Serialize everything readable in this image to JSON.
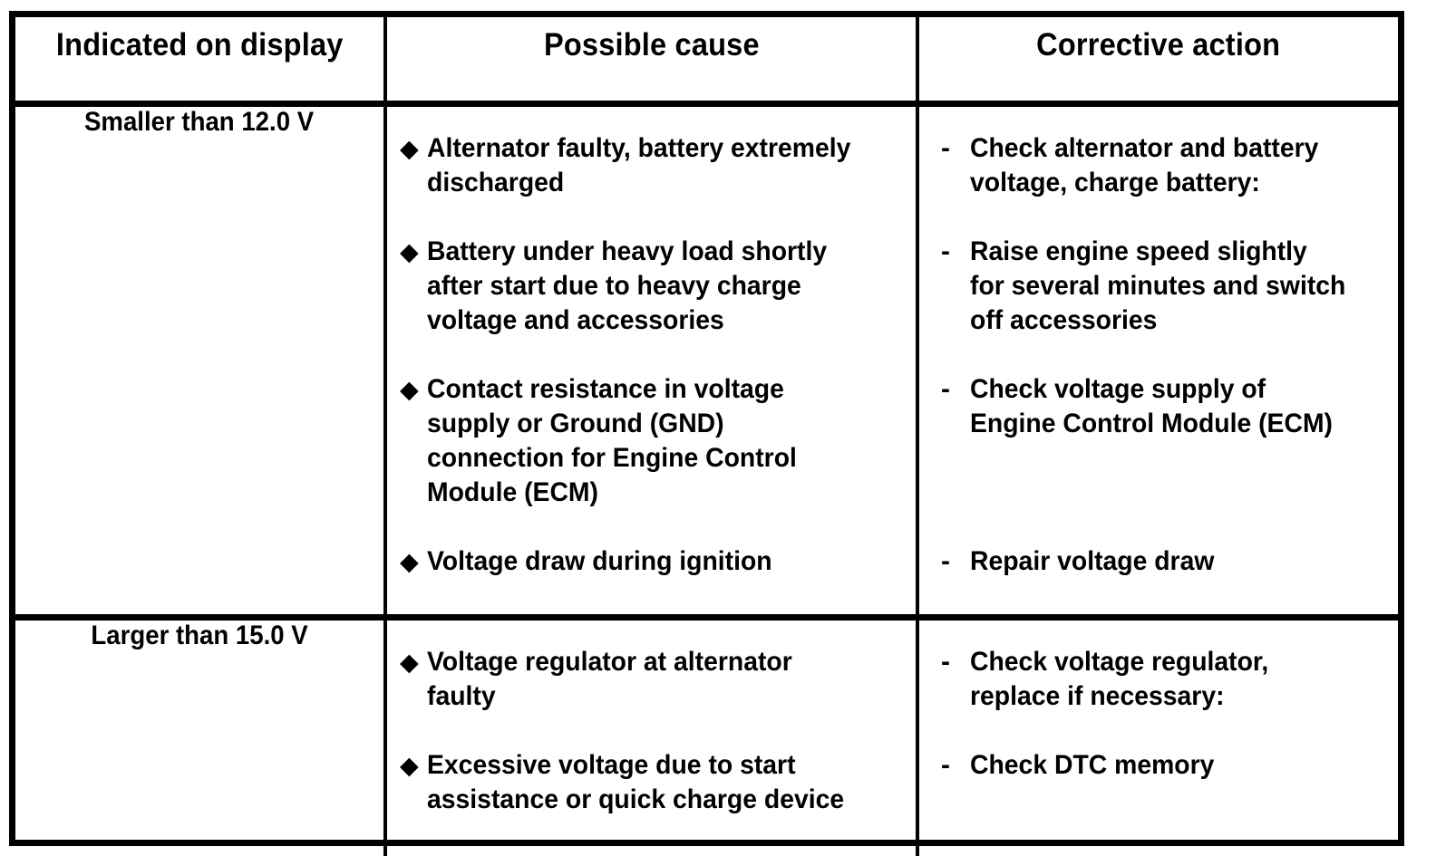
{
  "document": {
    "type": "diagnostic-troubleshooting-table",
    "title": "Battery voltage diagnosis table"
  },
  "table": {
    "columns": [
      {
        "key": "indicated",
        "header": "Indicated on display",
        "align": "center"
      },
      {
        "key": "cause",
        "header": "Possible cause",
        "align": "center"
      },
      {
        "key": "action",
        "header": "Corrective action",
        "align": "center"
      }
    ],
    "bullet_glyph": "◆",
    "dash_glyph": "-",
    "rows": [
      {
        "indicated": "Smaller than 12.0 V",
        "causes": [
          "Alternator faulty, battery extremely\ndischarged",
          "Battery under heavy load shortly\nafter start due to heavy charge\nvoltage and accessories",
          "Contact resistance in voltage\nsupply or Ground (GND)\nconnection for Engine Control\nModule (ECM)",
          "Voltage draw during ignition"
        ],
        "actions": [
          "Check alternator and battery\nvoltage, charge battery:",
          "Raise engine speed slightly\nfor several minutes and switch\noff accessories",
          "Check voltage supply of\nEngine Control Module (ECM)",
          "Repair voltage draw"
        ]
      },
      {
        "indicated": "Larger than 15.0 V",
        "causes": [
          "Voltage regulator at alternator\nfaulty",
          "Excessive voltage due to start\nassistance or quick charge device"
        ],
        "actions": [
          "Check voltage regulator,\nreplace if necessary:",
          "Check DTC memory"
        ]
      }
    ]
  },
  "colors": {
    "border": "#000000",
    "text": "#000000",
    "background": "#ffffff"
  }
}
